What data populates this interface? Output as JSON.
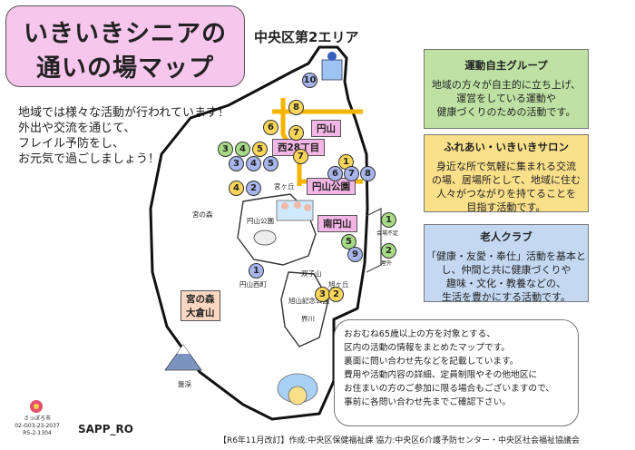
{
  "title": {
    "line1": "いきいきシニアの",
    "line2": "通いの場マップ"
  },
  "area_label": "中央区第2エリア",
  "intro": [
    "地域では様々な活動が行われています！",
    "外出や交流を通じて、",
    "フレイル予防をし、",
    "お元気で過ごしましょう！"
  ],
  "legend": {
    "green": {
      "title": "運動自主グループ",
      "lines": [
        "地域の方々が自主的に立ち上げ、",
        "運営をしている運動や",
        "健康づくりのための活動です。"
      ]
    },
    "yellow": {
      "title": "ふれあい・いきいきサロン",
      "lines": [
        "身近な所で気軽に集まれる交流",
        "の場、居場所として、地域に住む",
        "人々がつながりを持てることを",
        "目指す活動です。"
      ]
    },
    "blue": {
      "title": "老人クラブ",
      "lines": [
        "「健康・友愛・奉仕」活動を基本と",
        "し、仲間と共に健康づくりや",
        "趣味・文化・教養などの、",
        "生活を豊かにする活動です。"
      ]
    }
  },
  "map": {
    "places": {
      "maruyama": "円山",
      "nishi28": "西28丁目",
      "maruyama_park_station": "円山公園",
      "minami_maruyama": "南円山",
      "miyanomori_okurayama": [
        "宮の森",
        "大倉山"
      ]
    },
    "labels": {
      "miyagaoka": "宮ヶ丘",
      "miyanomori": "宮の森",
      "maruyama_park": "円山公園",
      "maruyama_nishimachi": "円山西町",
      "futagoyama": "双子山",
      "mizuhogaoka": "旭ヶ丘",
      "asahiyama_park": "旭山記念公園",
      "sakaigawa": "界川",
      "bankei": "盤渓"
    },
    "circles": [
      {
        "n": "10",
        "c": "blue"
      },
      {
        "n": "8",
        "c": "yellow"
      },
      {
        "n": "6",
        "c": "yellow"
      },
      {
        "n": "7",
        "c": "yellow"
      },
      {
        "n": "3",
        "c": "green"
      },
      {
        "n": "4",
        "c": "green"
      },
      {
        "n": "5",
        "c": "yellow"
      },
      {
        "n": "3",
        "c": "blue"
      },
      {
        "n": "4",
        "c": "blue"
      },
      {
        "n": "5",
        "c": "blue"
      },
      {
        "n": "7",
        "c": "yellow"
      },
      {
        "n": "1",
        "c": "yellow"
      },
      {
        "n": "6",
        "c": "blue"
      },
      {
        "n": "7",
        "c": "blue"
      },
      {
        "n": "8",
        "c": "blue"
      },
      {
        "n": "4",
        "c": "yellow"
      },
      {
        "n": "2",
        "c": "blue"
      },
      {
        "n": "5",
        "c": "green"
      },
      {
        "n": "9",
        "c": "blue"
      },
      {
        "n": "1",
        "c": "blue"
      },
      {
        "n": "3",
        "c": "yellow"
      },
      {
        "n": "2",
        "c": "yellow"
      }
    ],
    "callout": {
      "item1": "1",
      "item1_label": "会場不定",
      "item2": "2",
      "item2_label": "屋外"
    }
  },
  "info": {
    "lines": [
      "おおむね65歳以上の方を対象とする、",
      "区内の活動の情報をまとめたマップです。",
      "裏面に問い合わせ先などを記載しています。",
      "費用や活動内容の詳細、定員制限やその他地区に",
      "お住まいの方のご参加に限る場合もございますので、",
      "事前に各問い合わせ先までご確認下さい。"
    ]
  },
  "logo": {
    "city_name": "さっぽろ市",
    "code1": "02-G03-23-2037",
    "code2": "R5-2-1304",
    "sapporo": "SAPP_RO"
  },
  "footer": "【R6年11月改訂】作成:中央区保健福祉課  協力:中央区6介護予防センター・中央区社会福祉協議会",
  "colors": {
    "title_bg": "#f6c6ec",
    "green": "#bfe2a4",
    "yellow": "#fbe08a",
    "blue": "#c4d8f2",
    "road": "#f5b400"
  }
}
